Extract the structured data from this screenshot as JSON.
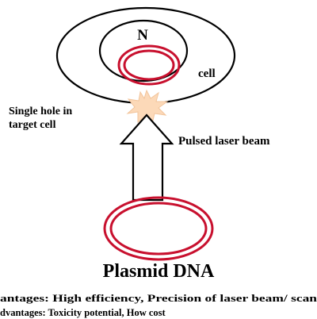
{
  "diagram": {
    "labels": {
      "nucleus": "N",
      "cell": "cell",
      "hole_line1": "Single hole in",
      "hole_line2": "target cell",
      "laser": "Pulsed laser beam",
      "plasmid": "Plasmid DNA"
    },
    "notes": {
      "advantages": "antages: High efficiency, Precision of laser beam/ scan",
      "disadvantages": "dvantages: Toxicity potential, How cost"
    },
    "colors": {
      "outline": "#000000",
      "dna_ring": "#c8102e",
      "laser_burst": "#fcd9b8"
    }
  }
}
